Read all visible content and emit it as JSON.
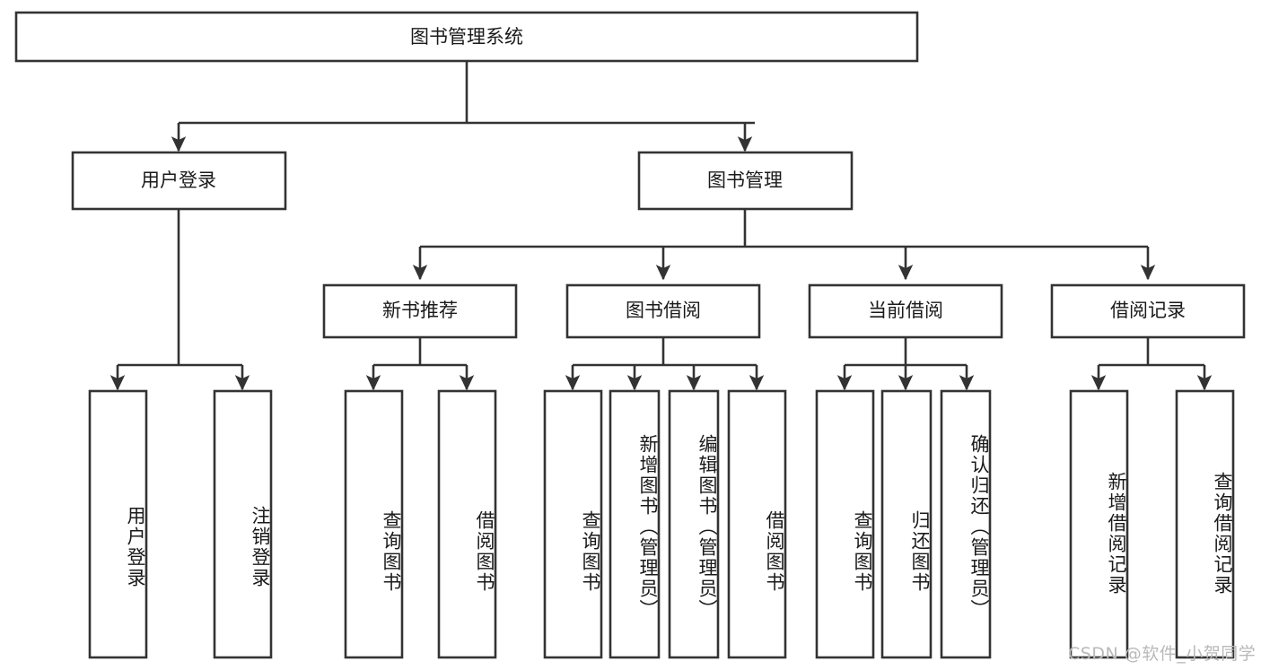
{
  "diagram": {
    "type": "tree",
    "title": "图书管理系统",
    "root": {
      "id": "root",
      "label": "图书管理系统"
    },
    "level2": [
      {
        "id": "user-login",
        "label": "用户登录"
      },
      {
        "id": "book-manage",
        "label": "图书管理"
      }
    ],
    "level3": [
      {
        "id": "new-book-rec",
        "label": "新书推荐",
        "parent": "book-manage"
      },
      {
        "id": "book-borrow",
        "label": "图书借阅",
        "parent": "book-manage"
      },
      {
        "id": "current-borrow",
        "label": "当前借阅",
        "parent": "book-manage"
      },
      {
        "id": "borrow-record",
        "label": "借阅记录",
        "parent": "book-manage"
      }
    ],
    "leaves": [
      {
        "id": "leaf-user-login",
        "label": "用户登录",
        "parent": "user-login"
      },
      {
        "id": "leaf-user-logout",
        "label": "注销登录",
        "parent": "user-login"
      },
      {
        "id": "leaf-query-book-1",
        "label": "查询图书",
        "parent": "new-book-rec"
      },
      {
        "id": "leaf-borrow-book-1",
        "label": "借阅图书",
        "parent": "new-book-rec"
      },
      {
        "id": "leaf-query-book-2",
        "label": "查询图书",
        "parent": "book-borrow"
      },
      {
        "id": "leaf-add-book",
        "label": "新增图书（管理员）",
        "parent": "book-borrow"
      },
      {
        "id": "leaf-edit-book",
        "label": "编辑图书（管理员）",
        "parent": "book-borrow"
      },
      {
        "id": "leaf-borrow-book-2",
        "label": "借阅图书",
        "parent": "book-borrow"
      },
      {
        "id": "leaf-query-book-3",
        "label": "查询图书",
        "parent": "current-borrow"
      },
      {
        "id": "leaf-return-book",
        "label": "归还图书",
        "parent": "current-borrow"
      },
      {
        "id": "leaf-confirm-return",
        "label": "确认归还（管理员）",
        "parent": "current-borrow"
      },
      {
        "id": "leaf-add-record",
        "label": "新增借阅记录",
        "parent": "borrow-record"
      },
      {
        "id": "leaf-query-record",
        "label": "查询借阅记录",
        "parent": "borrow-record"
      }
    ],
    "colors": {
      "background": "#ffffff",
      "box_fill": "#ffffff",
      "box_stroke": "#333333",
      "text": "#1a1a1a",
      "watermark": "#b9b9b9"
    }
  },
  "watermark": {
    "text": "CSDN @软件_小贺同学"
  }
}
